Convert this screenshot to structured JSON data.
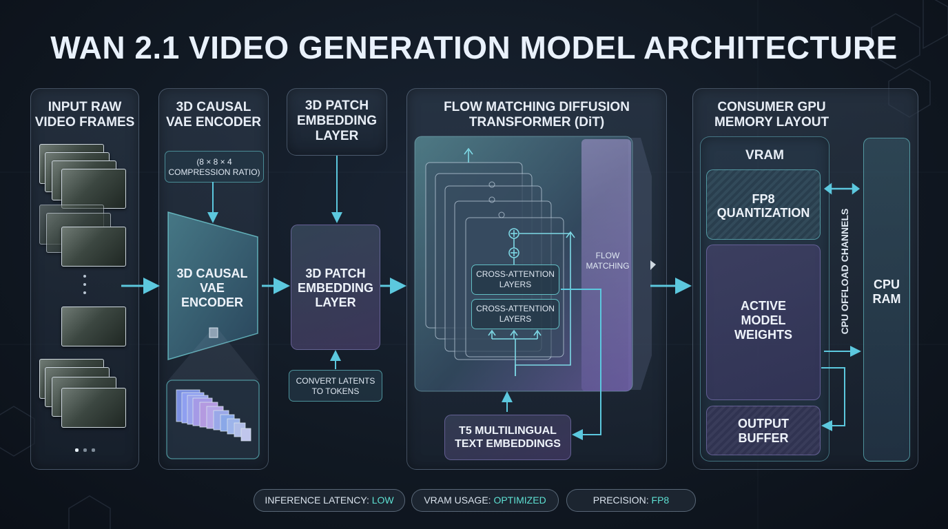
{
  "title": "WAN 2.1 VIDEO GENERATION MODEL ARCHITECTURE",
  "input": {
    "title_line1": "INPUT RAW",
    "title_line2": "VIDEO FRAMES"
  },
  "vae": {
    "title_line1": "3D CAUSAL",
    "title_line2": "VAE ENCODER",
    "note_line1": "(8 × 8 × 4",
    "note_line2": "COMPRESSION RATIO)",
    "box_line1": "3D CAUSAL",
    "box_line2": "VAE",
    "box_line3": "ENCODER"
  },
  "patch": {
    "title_line1": "3D PATCH",
    "title_line2": "EMBEDDING",
    "title_line3": "LAYER",
    "box_line1": "3D PATCH",
    "box_line2": "EMBEDDING",
    "box_line3": "LAYER",
    "note_line1": "CONVERT LATENTS",
    "note_line2": "TO TOKENS"
  },
  "dit": {
    "title_line1": "FLOW MATCHING DIFFUSION",
    "title_line2": "TRANSFORMER (DiT)",
    "cross1_line1": "CROSS-ATTENTION",
    "cross1_line2": "LAYERS",
    "cross2_line1": "CROSS-ATTENTION",
    "cross2_line2": "LAYERS",
    "flow_line1": "FLOW",
    "flow_line2": "MATCHING",
    "t5_line1": "T5 MULTILINGUAL",
    "t5_line2": "TEXT EMBEDDINGS"
  },
  "gpu": {
    "title_line1": "CONSUMER GPU",
    "title_line2": "MEMORY LAYOUT",
    "vram": "VRAM",
    "fp8_line1": "FP8",
    "fp8_line2": "QUANTIZATION",
    "weights_line1": "ACTIVE",
    "weights_line2": "MODEL",
    "weights_line3": "WEIGHTS",
    "output_line1": "OUTPUT",
    "output_line2": "BUFFER",
    "channels": "CPU OFFLOAD CHANNELS",
    "cpu_line1": "CPU",
    "cpu_line2": "RAM"
  },
  "status": [
    {
      "label": "INFERENCE LATENCY: ",
      "value": "LOW"
    },
    {
      "label": "VRAM USAGE: ",
      "value": "OPTIMIZED"
    },
    {
      "label": "PRECISION: ",
      "value": "FP8"
    }
  ],
  "colors": {
    "accent": "#5ee0d2",
    "arrow": "#5cc8de",
    "purple": "#8a6fc8"
  }
}
